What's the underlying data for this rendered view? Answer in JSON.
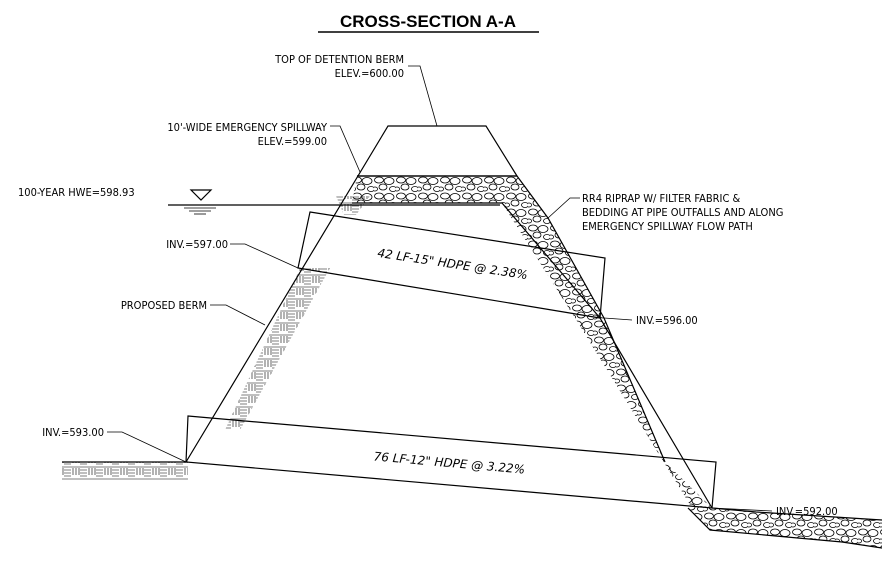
{
  "title": "CROSS-SECTION A-A",
  "labels": {
    "top_berm_line1": "TOP OF DETENTION BERM",
    "top_berm_line2": "ELEV.=600.00",
    "spillway_line1": "10'-WIDE EMERGENCY SPILLWAY",
    "spillway_line2": "ELEV.=599.00",
    "hwe": "100-YEAR HWE=598.93",
    "riprap_line1": "RR4 RIPRAP W/ FILTER FABRIC &",
    "riprap_line2": "BEDDING AT PIPE OUTFALLS AND ALONG",
    "riprap_line3": "EMERGENCY SPILLWAY FLOW PATH",
    "inv_597": "INV.=597.00",
    "inv_596": "INV.=596.00",
    "inv_593": "INV.=593.00",
    "inv_592": "INV.=592.00",
    "proposed_berm": "PROPOSED BERM",
    "pipe_upper": "42 LF-15\" HDPE @ 2.38%",
    "pipe_lower": "76 LF-12\" HDPE @ 3.22%"
  }
}
